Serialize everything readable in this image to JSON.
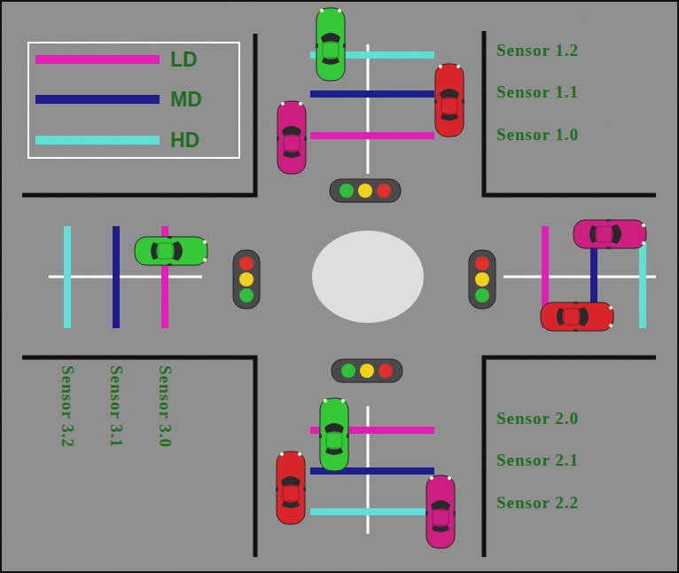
{
  "diagram": {
    "labels": [
      "Sensor 1.2",
      "Sensor 1.1",
      "Sensor 1.0",
      "Sensor 2.0",
      "Sensor 2.1",
      "Sensor 2.2",
      "Sensor 3.2",
      "Sensor 3.1",
      "Sensor 3.0"
    ],
    "legend": [
      {
        "text": "LD",
        "color": "#e020b4"
      },
      {
        "text": "MD",
        "color": "#1e1e8c"
      },
      {
        "text": "HD",
        "color": "#5fe0d6"
      }
    ]
  }
}
